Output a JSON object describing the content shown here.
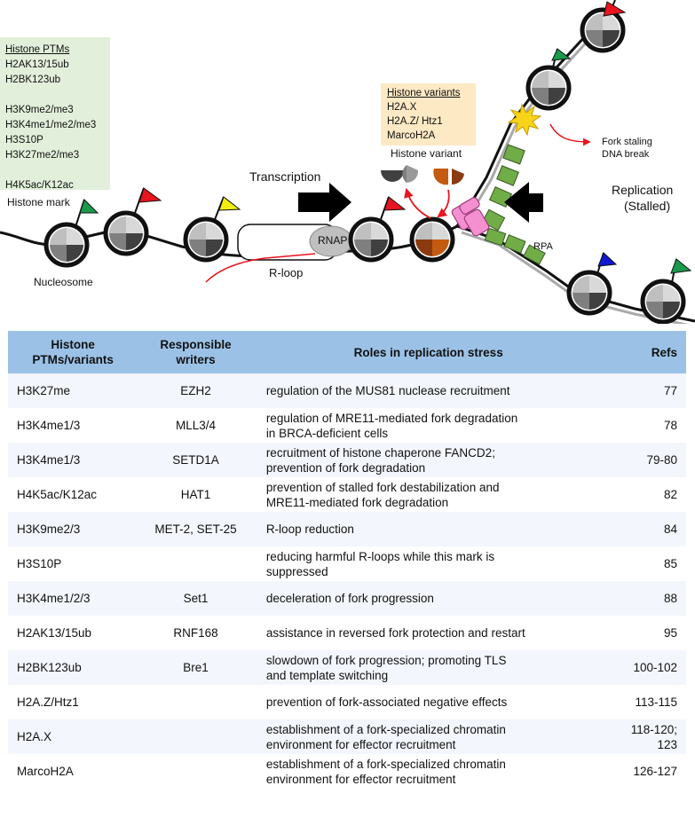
{
  "ptm_box": {
    "title": "Histone PTMs",
    "lines": [
      "H2AK13/15ub",
      "H2BK123ub",
      "",
      "H3K9me2/me3",
      "H3K4me1/me2/me3",
      "H3S10P",
      "H3K27me2/me3",
      "",
      "H4K5ac/K12ac"
    ]
  },
  "variant_box": {
    "title": "Histone variants",
    "lines": [
      "H2A.X",
      "H2A.Z/ Htz1",
      "MarcoH2A"
    ]
  },
  "labels": {
    "histone_mark": "Histone mark",
    "nucleosome": "Nucleosome",
    "transcription": "Transcription",
    "rnap": "RNAP",
    "r_loop": "R-loop",
    "histone_variant": "Histone variant",
    "replication_1": "Replication",
    "replication_2": "(Stalled)",
    "rpa": "RPA",
    "fork_1": "Fork staling",
    "fork_2": "DNA break"
  },
  "colors": {
    "green_flag": "#1a9a4a",
    "red_flag": "#e8141e",
    "yellow_flag": "#f4ee10",
    "blue_flag": "#1018d0",
    "rpa_green": "#70ad47",
    "helicase_pink": "#f48fd0",
    "variant_orange": "#c55a11",
    "header_blue": "#9bc2e6"
  },
  "table": {
    "headers": {
      "col1_line1": "Histone",
      "col1_line2": "PTMs/variants",
      "col2_line1": "Responsible",
      "col2_line2": "writers",
      "col3": "Roles in replication stress",
      "col4": "Refs"
    },
    "rows": [
      {
        "ptm": "H3K27me",
        "writer": "EZH2",
        "role1": "regulation of the MUS81 nuclease recruitment",
        "role2": "",
        "refs": "77"
      },
      {
        "ptm": "H3K4me1/3",
        "writer": "MLL3/4",
        "role1": "regulation of MRE11-mediated fork degradation",
        "role2": "in BRCA-deficient cells",
        "refs": "78"
      },
      {
        "ptm": "H3K4me1/3",
        "writer": "SETD1A",
        "role1": "recruitment of histone chaperone FANCD2;",
        "role2": "prevention of fork degradation",
        "refs": "79-80"
      },
      {
        "ptm": "H4K5ac/K12ac",
        "writer": "HAT1",
        "role1": "prevention of stalled fork destabilization and",
        "role2": "MRE11-mediated fork degradation",
        "refs": "82"
      },
      {
        "ptm": "H3K9me2/3",
        "writer": "MET-2, SET-25",
        "role1": "R-loop reduction",
        "role2": "",
        "refs": "84"
      },
      {
        "ptm": "H3S10P",
        "writer": "",
        "role1": "reducing harmful R-loops while this mark is",
        "role2": "suppressed",
        "refs": "85"
      },
      {
        "ptm": "H3K4me1/2/3",
        "writer": "Set1",
        "role1": "deceleration of fork progression",
        "role2": "",
        "refs": "88"
      },
      {
        "ptm": "H2AK13/15ub",
        "writer": "RNF168",
        "role1": "assistance in reversed fork protection and restart",
        "role2": "",
        "refs": "95"
      },
      {
        "ptm": "H2BK123ub",
        "writer": "Bre1",
        "role1": "slowdown of fork progression; promoting TLS",
        "role2": "and template switching",
        "refs": "100-102"
      },
      {
        "ptm": "H2A.Z/Htz1",
        "writer": "",
        "role1": "prevention of fork-associated negative effects",
        "role2": "",
        "refs": "113-115"
      },
      {
        "ptm": "H2A.X",
        "writer": "",
        "role1": "establishment of a fork-specialized chromatin",
        "role2": "environment for effector recruitment",
        "refs": "118-120; 123"
      },
      {
        "ptm": "MarcoH2A",
        "writer": "",
        "role1": "establishment of a fork-specialized chromatin",
        "role2": "environment for effector recruitment",
        "refs": "126-127"
      }
    ]
  }
}
